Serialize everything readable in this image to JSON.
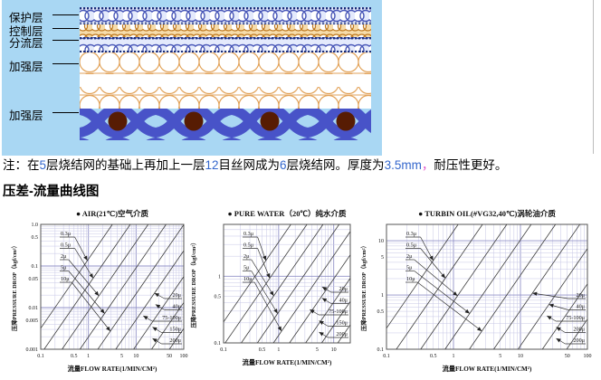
{
  "diagram_panel": {
    "bg_color": "#a9d7f3",
    "labels": [
      {
        "text": "保护层"
      },
      {
        "text": "控制层"
      },
      {
        "text": "分流层"
      },
      {
        "text": "加强层"
      },
      {
        "text": "加强层"
      }
    ],
    "colors": {
      "weave_blue": "#4853c8",
      "weave_outline": "#4a58b8",
      "control_orange": "#c07a20",
      "circle_orange": "#e2a258",
      "bead_brown": "#571c03",
      "dot_navy": "#1a2e7a"
    }
  },
  "note": {
    "segments": [
      {
        "t": "注：在",
        "c": "#000000"
      },
      {
        "t": "5",
        "c": "#3366cc"
      },
      {
        "t": "层烧结网的基础上再加上一层",
        "c": "#000000"
      },
      {
        "t": "12",
        "c": "#3366cc"
      },
      {
        "t": "目丝网成为",
        "c": "#000000"
      },
      {
        "t": "6",
        "c": "#3366cc"
      },
      {
        "t": "层烧结网。厚度为",
        "c": "#000000"
      },
      {
        "t": "3.5mm",
        "c": "#3366cc"
      },
      {
        "t": "，",
        "c": "#dd55cc"
      },
      {
        "t": "耐压性更好。",
        "c": "#000000"
      }
    ]
  },
  "section_title": "压差-流量曲线图",
  "chart_data": [
    {
      "type": "line",
      "scale": "log-log",
      "grid": true,
      "legend_style": "callout-labels",
      "title": "● AIR(21℃)空气介质",
      "xlabel": "流量FLOW RATE(1/MIN/CM²)",
      "ylabel": "压降PRESSURE DROP（kgf/cm²）",
      "xlim": [
        0.1,
        100
      ],
      "ylim": [
        0.001,
        1
      ],
      "x_ticks": [
        {
          "v": 0.1,
          "l": "0.1"
        },
        {
          "v": 0.5,
          "l": "0.5"
        },
        {
          "v": 1,
          "l": "1"
        },
        {
          "v": 5,
          "l": "5"
        },
        {
          "v": 10,
          "l": "10"
        },
        {
          "v": 50,
          "l": "50"
        },
        {
          "v": 100,
          "l": "100"
        }
      ],
      "y_ticks": [
        {
          "v": 1,
          "l": "1.0"
        },
        {
          "v": 0.5,
          "l": "0.5"
        },
        {
          "v": 0.1,
          "l": "0.1"
        },
        {
          "v": 0.05,
          "l": "0.05"
        },
        {
          "v": 0.01,
          "l": "0.01"
        },
        {
          "v": 0.005,
          "l": "0.005"
        },
        {
          "v": 0.001,
          "l": "0.001"
        }
      ],
      "series": [
        {
          "label": "0.3μ",
          "callout": "upper-left"
        },
        {
          "label": "0.5μ",
          "callout": "upper-left"
        },
        {
          "label": "2μ",
          "callout": "upper-left"
        },
        {
          "label": "5μ",
          "callout": "upper-left"
        },
        {
          "label": "10μ",
          "callout": "upper-left"
        },
        {
          "label": "20μ",
          "callout": "lower-right"
        },
        {
          "label": "40μ",
          "callout": "lower-right"
        },
        {
          "label": "75-100μ",
          "callout": "lower-right"
        },
        {
          "label": "150μ",
          "callout": "lower-right"
        },
        {
          "label": "200μ",
          "callout": "lower-right"
        }
      ]
    },
    {
      "type": "line",
      "scale": "log-log",
      "grid": true,
      "legend_style": "callout-labels",
      "title": "● PURE WATER（20℃）纯水介质",
      "xlabel": "流量FLOW RATE(1/MIN/CM²)",
      "ylabel": "压降PRESSURE DROP（kgf/cm²）",
      "xlim": [
        0.1,
        20
      ],
      "ylim": [
        0.1,
        6
      ],
      "x_ticks": [
        {
          "v": 0.1,
          "l": "0.1"
        },
        {
          "v": 0.5,
          "l": "0.5"
        },
        {
          "v": 1,
          "l": "1"
        },
        {
          "v": 5,
          "l": "5"
        },
        {
          "v": 10,
          "l": "10"
        }
      ],
      "y_ticks": [
        {
          "v": 1,
          "l": "1"
        },
        {
          "v": 0.5,
          "l": "0.5"
        },
        {
          "v": 0.1,
          "l": "0.1"
        }
      ],
      "series": [
        {
          "label": "0.3μ",
          "callout": "upper-left"
        },
        {
          "label": "0.5μ",
          "callout": "upper-left"
        },
        {
          "label": "2μ",
          "callout": "upper-left"
        },
        {
          "label": "5μ",
          "callout": "upper-left"
        },
        {
          "label": "10μ",
          "callout": "upper-left"
        },
        {
          "label": "20μ",
          "callout": "lower-right"
        },
        {
          "label": "40μ",
          "callout": "lower-right"
        },
        {
          "label": "75-100μ",
          "callout": "lower-right"
        },
        {
          "label": "150μ",
          "callout": "lower-right"
        },
        {
          "label": "200μ",
          "callout": "lower-right"
        }
      ]
    },
    {
      "type": "line",
      "scale": "log-log",
      "grid": true,
      "legend_style": "callout-labels",
      "title": "● TURBIN OIL(#VG32,40℃)涡轮油介质",
      "xlabel": "流量FLOW RATE(1/MIN/CM²)",
      "ylabel": "压降PRESSURE DROP（kgf/cm²）",
      "xlim": [
        0.1,
        100
      ],
      "ylim": [
        0.1,
        20
      ],
      "x_ticks": [
        {
          "v": 0.1,
          "l": "0.1"
        },
        {
          "v": 0.5,
          "l": "0.5"
        },
        {
          "v": 1,
          "l": "1"
        },
        {
          "v": 5,
          "l": "5"
        },
        {
          "v": 10,
          "l": "10"
        },
        {
          "v": 50,
          "l": "50"
        },
        {
          "v": 100,
          "l": "100"
        }
      ],
      "y_ticks": [
        {
          "v": 10,
          "l": "10"
        },
        {
          "v": 5,
          "l": "5"
        },
        {
          "v": 1,
          "l": "1"
        },
        {
          "v": 0.5,
          "l": "0.5"
        },
        {
          "v": 0.1,
          "l": "0.1"
        }
      ],
      "series": [
        {
          "label": "0.3μ",
          "callout": "upper-left"
        },
        {
          "label": "0.5μ",
          "callout": "upper-left"
        },
        {
          "label": "2μ",
          "callout": "upper-left"
        },
        {
          "label": "5μ",
          "callout": "upper-left"
        },
        {
          "label": "10μ",
          "callout": "upper-left"
        },
        {
          "label": "20μ",
          "callout": "lower-right"
        },
        {
          "label": "40μ",
          "callout": "lower-right"
        },
        {
          "label": "75-100μ",
          "callout": "lower-right"
        },
        {
          "label": "200μ",
          "callout": "lower-right"
        },
        {
          "label": "200μ",
          "callout": "lower-right"
        }
      ]
    }
  ]
}
